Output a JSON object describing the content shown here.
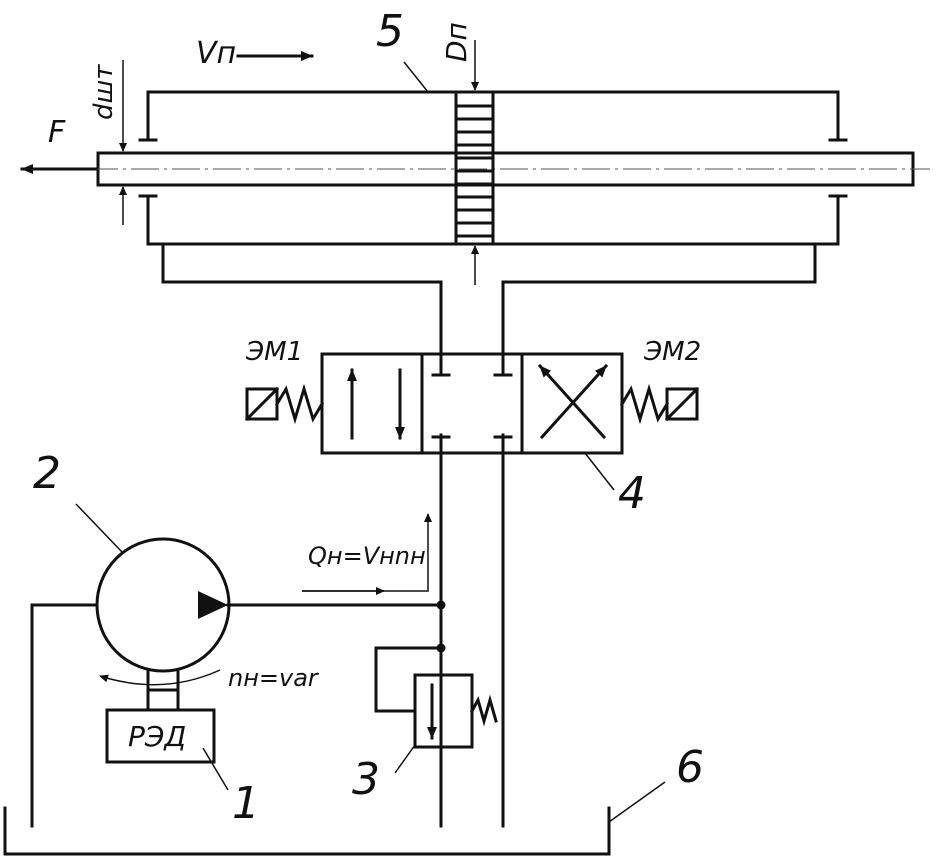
{
  "labels": {
    "velocity": "Vп",
    "piston_diameter": "Dп",
    "rod_diameter": "dшт",
    "force": "F",
    "em1": "ЭМ1",
    "em2": "ЭМ2",
    "flow": "Qн=Vнnн",
    "speed": "nн=var",
    "motor": "РЭД"
  },
  "callouts": {
    "motor": "1",
    "pump": "2",
    "relief_valve": "3",
    "directional_valve": "4",
    "cylinder": "5",
    "tank": "6"
  }
}
